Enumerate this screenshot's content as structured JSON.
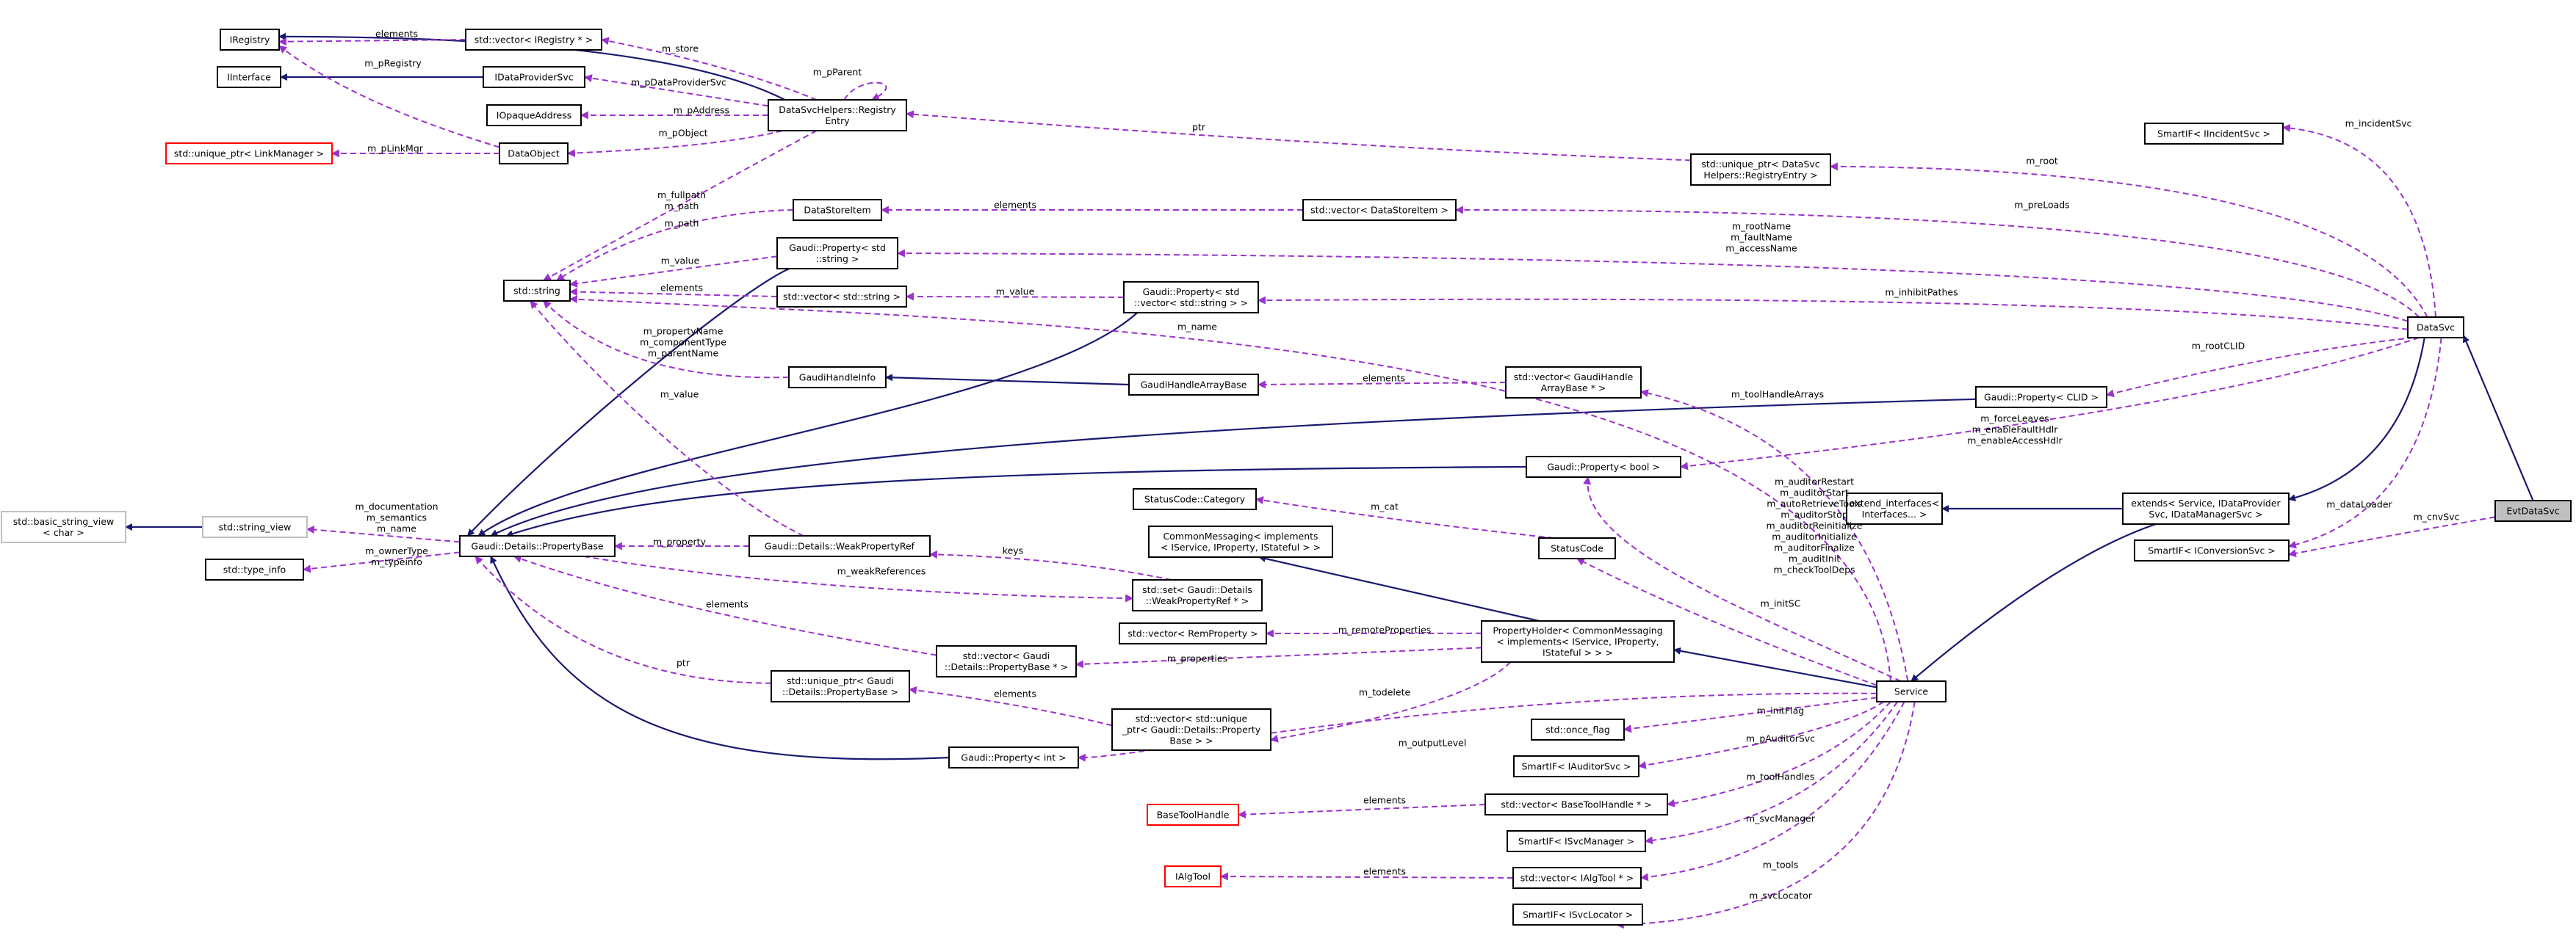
{
  "nodes": {
    "iregistry": [
      "IRegistry"
    ],
    "vec_iregistry": [
      "std::vector< IRegistry * >"
    ],
    "iinterface": [
      "IInterface"
    ],
    "idataprovidersvc": [
      "IDataProviderSvc"
    ],
    "iopaqueaddress": [
      "IOpaqueAddress"
    ],
    "uptr_linkmanager": [
      "std::unique_ptr< LinkManager >"
    ],
    "dataobject": [
      "DataObject"
    ],
    "registry_entry": [
      "DataSvcHelpers::Registry",
      "Entry"
    ],
    "std_string": [
      "std::string"
    ],
    "datastoreitem": [
      "DataStoreItem"
    ],
    "prop_string": [
      "Gaudi::Property< std",
      "::string >"
    ],
    "vec_string": [
      "std::vector< std::string >"
    ],
    "prop_vec_string": [
      "Gaudi::Property< std",
      "::vector< std::string > >"
    ],
    "gaudihandleinfo": [
      "GaudiHandleInfo"
    ],
    "gaudihandlearraybase": [
      "GaudiHandleArrayBase"
    ],
    "vec_gaudihandlearraybase": [
      "std::vector< GaudiHandle",
      "ArrayBase * >"
    ],
    "basic_string_view": [
      "std::basic_string_view",
      "< char >"
    ],
    "string_view": [
      "std::string_view"
    ],
    "type_info": [
      "std::type_info"
    ],
    "propertybase": [
      "Gaudi::Details::PropertyBase"
    ],
    "weakpropertyref": [
      "Gaudi::Details::WeakPropertyRef"
    ],
    "statuscode_category": [
      "StatusCode::Category"
    ],
    "commonmessaging": [
      "CommonMessaging< implements",
      "< IService, IProperty, IStateful > >"
    ],
    "set_weakpropertyref": [
      "std::set< Gaudi::Details",
      "::WeakPropertyRef * >"
    ],
    "vec_remproperty": [
      "std::vector< RemProperty >"
    ],
    "vec_propertybase": [
      "std::vector< Gaudi",
      "::Details::PropertyBase * >"
    ],
    "uptr_propertybase": [
      "std::unique_ptr< Gaudi",
      "::Details::PropertyBase >"
    ],
    "vec_uptr_property": [
      "std::vector< std::unique",
      "_ptr< Gaudi::Details::Property",
      "Base > >"
    ],
    "prop_int": [
      "Gaudi::Property< int >"
    ],
    "basetoolhandle": [
      "BaseToolHandle"
    ],
    "ialgtool": [
      "IAlgTool"
    ],
    "propertyholder": [
      "PropertyHolder< CommonMessaging",
      "< implements< IService, IProperty,",
      "IStateful > > >"
    ],
    "statuscode": [
      "StatusCode"
    ],
    "std_once_flag": [
      "std::once_flag"
    ],
    "smartif_iauditorsvc": [
      "SmartIF< IAuditorSvc >"
    ],
    "vec_basetoolhandle": [
      "std::vector< BaseToolHandle * >"
    ],
    "smartif_isvcmanager": [
      "SmartIF< ISvcManager >"
    ],
    "vec_ialgtool": [
      "std::vector< IAlgTool * >"
    ],
    "smartif_isvclocator": [
      "SmartIF< ISvcLocator >"
    ],
    "service": [
      "Service"
    ],
    "uptr_registryentry": [
      "std::unique_ptr< DataSvc",
      "Helpers::RegistryEntry >"
    ],
    "vec_datastoreitem": [
      "std::vector< DataStoreItem >"
    ],
    "prop_clid": [
      "Gaudi::Property< CLID >"
    ],
    "prop_bool": [
      "Gaudi::Property< bool >"
    ],
    "extend_interfaces": [
      "extend_interfaces<",
      "Interfaces... >"
    ],
    "extends_service": [
      "extends< Service, IDataProvider",
      "Svc, IDataManagerSvc >"
    ],
    "smartif_iincidentsvc": [
      "SmartIF< IIncidentSvc >"
    ],
    "datasvc": [
      "DataSvc"
    ],
    "smartif_iconversionsvc": [
      "SmartIF< IConversionSvc >"
    ],
    "evtdatasvc": [
      "EvtDataSvc"
    ]
  },
  "edge_labels": {
    "vec_iregistry_iregistry": [
      "elements"
    ],
    "dataobject_iregistry": [
      "m_pRegistry"
    ],
    "registry_vec_iregistry": [
      "m_store"
    ],
    "registry_idataprovidersvc": [
      "m_pDataProviderSvc"
    ],
    "registry_iopaqueaddress": [
      "m_pAddress"
    ],
    "registry_dataobject": [
      "m_pObject"
    ],
    "registry_self": [
      "m_pParent"
    ],
    "dataobject_uptr_linkmanager": [
      "m_pLinkMgr"
    ],
    "registry_std_string": [
      "m_fullpath",
      "m_path"
    ],
    "datastoreitem_std_string": [
      "m_path"
    ],
    "prop_string_std_string": [
      "m_value"
    ],
    "vec_string_std_string": [
      "elements"
    ],
    "service_std_string": [
      "m_name"
    ],
    "gaudihandleinfo_std_string": [
      "m_propertyName",
      "m_componentType",
      "m_parentName"
    ],
    "propertybase_std_string": [
      "m_value"
    ],
    "uptr_registryentry_registry": [
      "ptr"
    ],
    "vec_datastoreitem_datastoreitem": [
      "elements"
    ],
    "prop_vec_string_vec_string": [
      "m_value"
    ],
    "vec_gaudihandle_gaudihandle": [
      "elements"
    ],
    "propertybase_string_view": [
      "m_documentation",
      "m_semantics",
      "m_name"
    ],
    "propertybase_type_info": [
      "m_ownerType",
      "m_typeinfo"
    ],
    "weakpropertyref_propertybase": [
      "m_property"
    ],
    "set_weakpropertyref_weakpropertyref": [
      "keys"
    ],
    "propertybase_set_weakpropertyref": [
      "m_weakReferences"
    ],
    "vec_propertybase_propertybase": [
      "elements"
    ],
    "uptr_propertybase_propertybase": [
      "ptr"
    ],
    "vec_uptr_uptr": [
      "elements"
    ],
    "statuscode_category": [
      "m_cat"
    ],
    "propertyholder_vec_remproperty": [
      "m_remoteProperties"
    ],
    "propertyholder_vec_propertybase": [
      "m_properties"
    ],
    "propertyholder_vec_uptr_property": [
      "m_todelete"
    ],
    "service_prop_int": [
      "m_outputLevel"
    ],
    "service_prop_bool": [
      "m_auditorRestart",
      "m_auditorStart",
      "m_autoRetrieveTools",
      "m_auditorStop",
      "m_auditorReinitialize",
      "m_auditorInitialize",
      "m_auditorFinalize",
      "m_auditInit",
      "m_checkToolDeps"
    ],
    "service_vec_gaudihandle": [
      "m_toolHandleArrays"
    ],
    "service_statuscode": [
      "m_initSC"
    ],
    "service_once_flag": [
      "m_initFlag"
    ],
    "service_iauditorsvc": [
      "m_pAuditorSvc"
    ],
    "service_vec_basetoolhandle": [
      "m_toolHandles"
    ],
    "vec_basetoolhandle_basetoolhandle": [
      "elements"
    ],
    "service_isvcmanager": [
      "m_svcManager"
    ],
    "service_vec_ialgtool": [
      "m_tools"
    ],
    "vec_ialgtool_ialgtool": [
      "elements"
    ],
    "service_isvclocator": [
      "m_svcLocator"
    ],
    "datasvc_iincidentsvc": [
      "m_incidentSvc"
    ],
    "datasvc_uptr_registryentry": [
      "m_root"
    ],
    "datasvc_vec_datastoreitem": [
      "m_preLoads"
    ],
    "datasvc_prop_string": [
      "m_rootName",
      "m_faultName",
      "m_accessName"
    ],
    "datasvc_prop_vec_string": [
      "m_inhibitPathes"
    ],
    "datasvc_prop_clid": [
      "m_rootCLID"
    ],
    "datasvc_prop_bool": [
      "m_forceLeaves",
      "m_enableFaultHdlr",
      "m_enableAccessHdlr"
    ],
    "datasvc_iconversionsvc": [
      "m_dataLoader"
    ],
    "evtdatasvc_iconversionsvc": [
      "m_cnvSvc"
    ]
  }
}
